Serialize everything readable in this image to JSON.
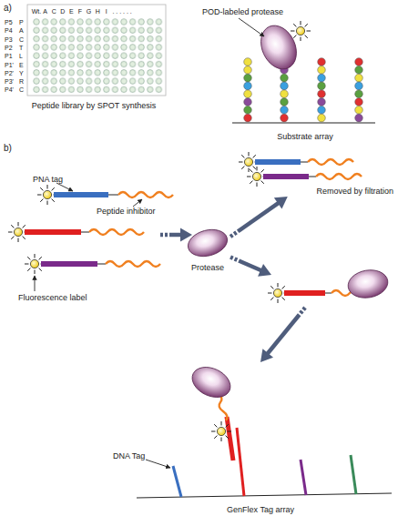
{
  "diagram": {
    "nodes": [
      {
        "text": [
          "Peptide library by SPOT synthesis"
        ]
      },
      {
        "text": [
          "Substrate array"
        ]
      },
      {
        "text": [
          "Protease"
        ]
      },
      {
        "text": [
          "Removed by filtration"
        ]
      },
      {
        "text": [
          "GenFlex Tag array"
        ]
      }
    ],
    "edges": [
      {
        "from": 2,
        "to": 3,
        "arrow": "to"
      },
      {
        "from": 2,
        "to": 4,
        "arrow": "to"
      }
    ],
    "labels": [
      "a)",
      "Wt.",
      "A",
      "C",
      "D",
      "E",
      "F",
      "G",
      "H",
      "I",
      ". . . . . .",
      "P5",
      "P",
      "P4",
      "A",
      "P3",
      "C",
      "P2",
      "T",
      "P1",
      "L",
      "P1'",
      "E",
      "P2'",
      "Y",
      "P3'",
      "R",
      "P4'",
      "C",
      "POD-labeled protease",
      "b)",
      "PNA tag",
      "Peptide inhibitor",
      "Fluorescence label",
      "DNA Tag"
    ]
  }
}
